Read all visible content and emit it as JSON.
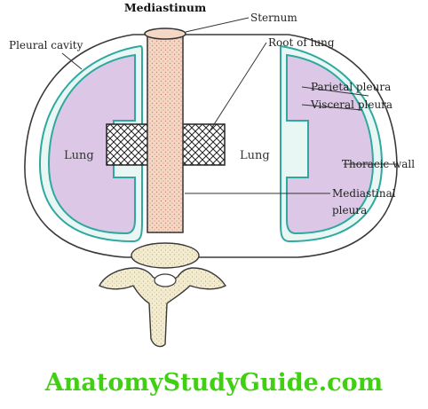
{
  "title": "Mediastinum",
  "labels": {
    "pleural_cavity": "Pleural cavity",
    "sternum": "Sternum",
    "root_of_lung": "Root of lung",
    "parietal_pleura": "Parietal pleura",
    "visceral_pleura": "Visceral pleura",
    "thoracic_wall": "Thoracic wall",
    "mediastinal_pleura_line1": "Mediastinal",
    "mediastinal_pleura_line2": "pleura",
    "lung_left": "Lung",
    "lung_right": "Lung"
  },
  "watermark": "AnatomyStudyGuide.com",
  "colors": {
    "lung_fill": "#dcc8e6",
    "pleura_line": "#2fa8a0",
    "pleural_cavity_fill": "#e9f7f4",
    "mediastinum_fill": "#f5d7c5",
    "vertebra_fill": "#f3ecd0",
    "watermark": "#41cf13"
  }
}
